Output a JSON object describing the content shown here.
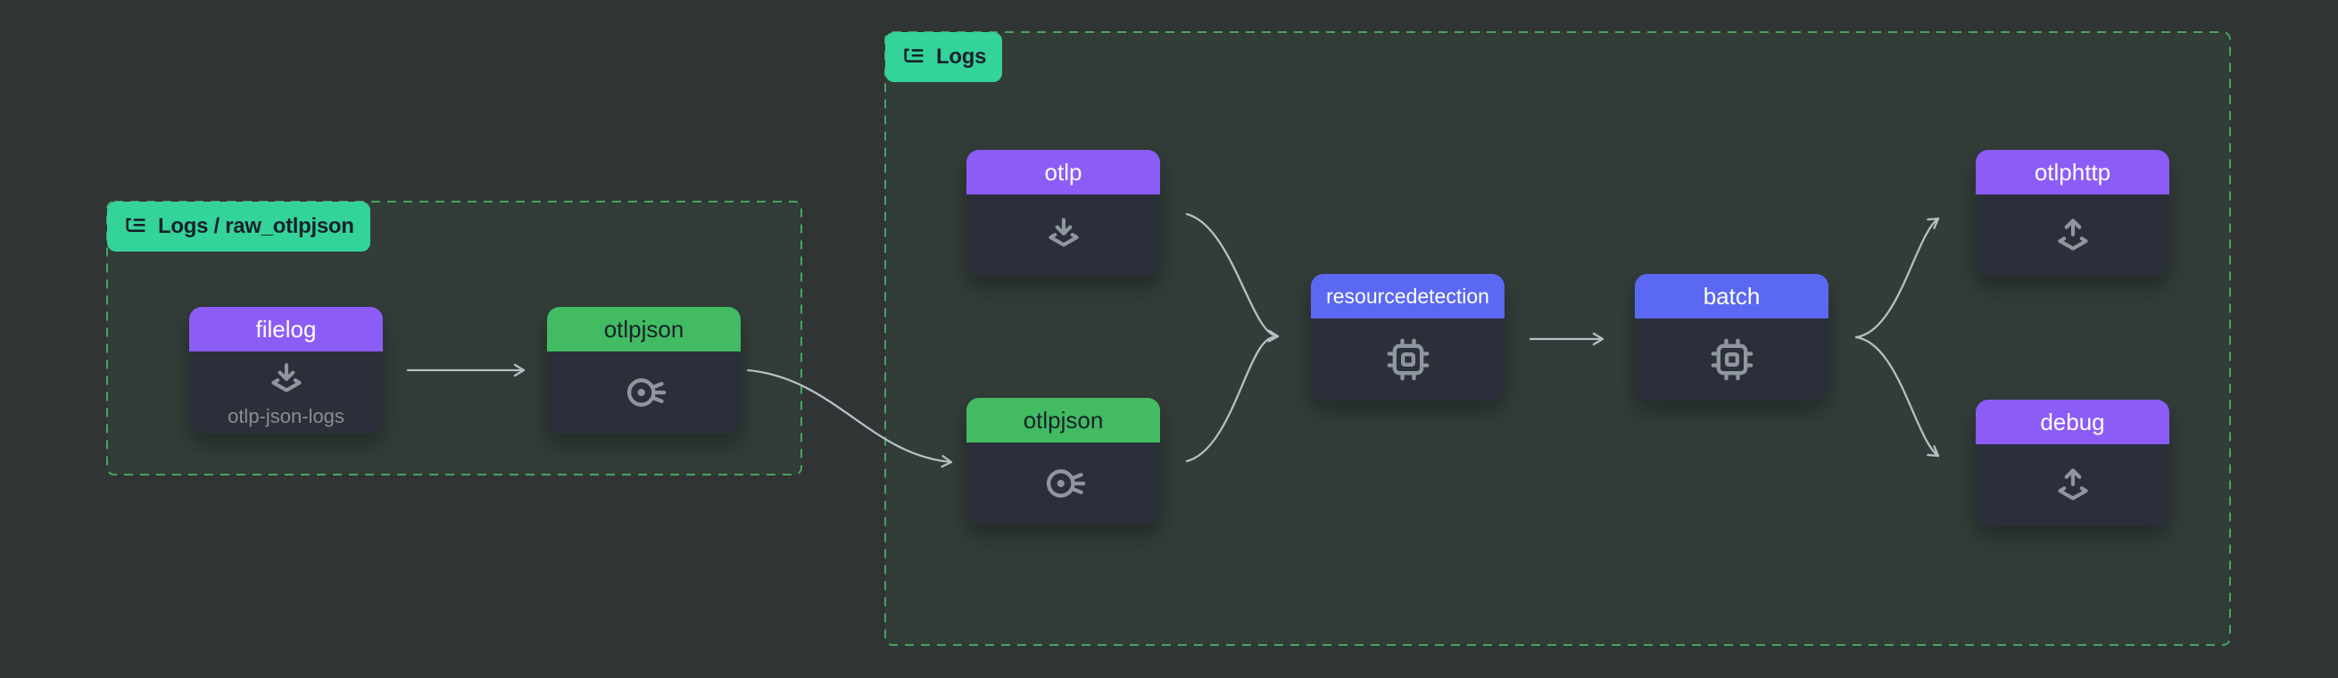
{
  "colors": {
    "background": "#313434",
    "group_border": "#46a55f",
    "group_label_bg": "#34d399",
    "receiver_header": "#8c5cf6",
    "exporter_header": "#8c5cf6",
    "processor_header": "#5b68f2",
    "connector_header": "#42bb62",
    "node_body": "#2b2f39",
    "edge": "#b4c0c4",
    "subtitle_text": "#878e96"
  },
  "groups": [
    {
      "label": "Logs / raw_otlpjson",
      "icon": "list-tree-icon",
      "nodes": [
        {
          "id": "filelog",
          "label": "filelog",
          "kind": "receiver",
          "icon": "receiver-icon",
          "subtitle": "otlp-json-logs"
        },
        {
          "id": "otlpjson-raw",
          "label": "otlpjson",
          "kind": "connector",
          "icon": "connector-icon"
        }
      ]
    },
    {
      "label": "Logs",
      "icon": "list-tree-icon",
      "nodes": [
        {
          "id": "otlp",
          "label": "otlp",
          "kind": "receiver",
          "icon": "receiver-icon"
        },
        {
          "id": "otlpjson",
          "label": "otlpjson",
          "kind": "connector",
          "icon": "connector-icon"
        },
        {
          "id": "resourcedetection",
          "label": "resourcedetection",
          "kind": "processor",
          "icon": "processor-icon"
        },
        {
          "id": "batch",
          "label": "batch",
          "kind": "processor",
          "icon": "processor-icon"
        },
        {
          "id": "otlphttp",
          "label": "otlphttp",
          "kind": "exporter",
          "icon": "exporter-icon"
        },
        {
          "id": "debug",
          "label": "debug",
          "kind": "exporter",
          "icon": "exporter-icon"
        }
      ]
    }
  ],
  "edges": [
    {
      "from": "filelog",
      "to": "otlpjson-raw"
    },
    {
      "from": "otlpjson-raw",
      "to": "otlpjson"
    },
    {
      "from": "otlp",
      "to": "resourcedetection"
    },
    {
      "from": "otlpjson",
      "to": "resourcedetection"
    },
    {
      "from": "resourcedetection",
      "to": "batch"
    },
    {
      "from": "batch",
      "to": "otlphttp"
    },
    {
      "from": "batch",
      "to": "debug"
    }
  ]
}
